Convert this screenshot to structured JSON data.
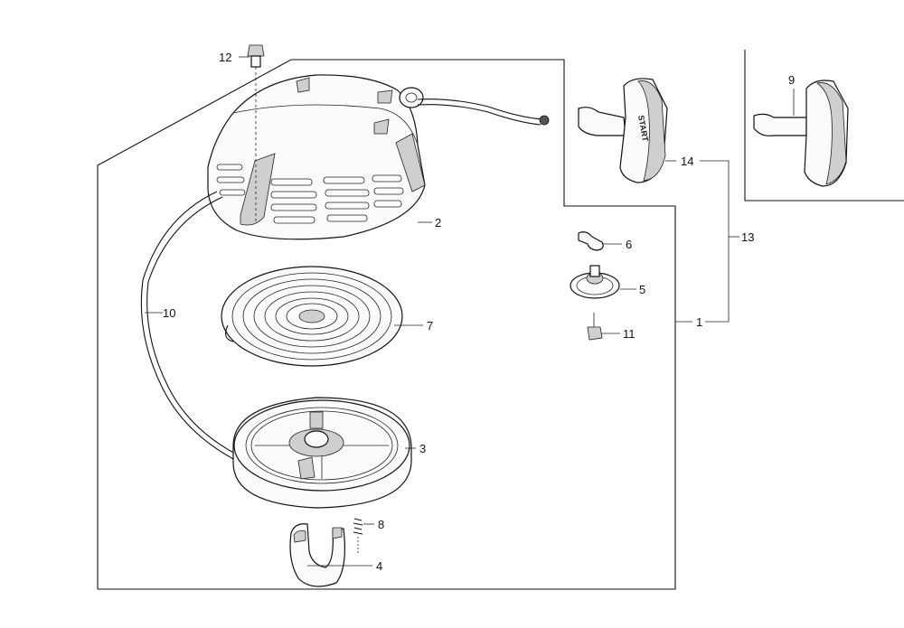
{
  "callouts": {
    "p1": "1",
    "p2": "2",
    "p3": "3",
    "p4": "4",
    "p5": "5",
    "p6": "6",
    "p7": "7",
    "p8": "8",
    "p9": "9",
    "p10": "10",
    "p11": "11",
    "p12": "12",
    "p13": "13",
    "p14": "14"
  },
  "handle_stamp": "START",
  "colors": {
    "line": "#111111",
    "background": "#ffffff"
  }
}
